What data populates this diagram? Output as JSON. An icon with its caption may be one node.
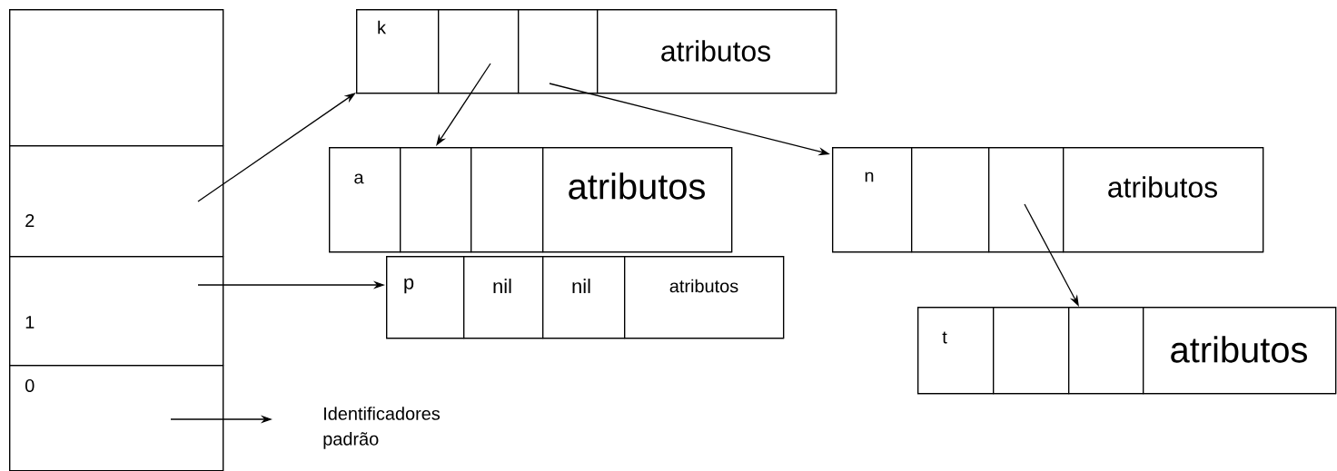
{
  "diagram": {
    "nodes": [
      {
        "text": [],
        "shape": "box"
      },
      {
        "text": [],
        "shape": "box",
        "in": 0
      },
      {
        "text": [
          "2"
        ],
        "in": 0
      },
      {
        "text": [
          "1"
        ],
        "in": 0
      },
      {
        "text": [
          "0"
        ],
        "in": 0
      },
      {
        "text": [],
        "shape": "box"
      },
      {
        "text": [
          "k"
        ],
        "in": 5
      },
      {
        "text": [],
        "shape": "box",
        "in": 5
      },
      {
        "text": [],
        "shape": "box",
        "in": 5
      },
      {
        "text": [
          "atributos"
        ],
        "in": 5
      },
      {
        "text": [],
        "shape": "box"
      },
      {
        "text": [
          "a"
        ],
        "in": 10
      },
      {
        "text": [],
        "shape": "box",
        "in": 10
      },
      {
        "text": [],
        "shape": "box",
        "in": 10
      },
      {
        "text": [
          "atributos"
        ],
        "in": 10
      },
      {
        "text": [],
        "shape": "box"
      },
      {
        "text": [
          "n"
        ],
        "in": 15
      },
      {
        "text": [],
        "shape": "box",
        "in": 15
      },
      {
        "text": [],
        "shape": "box",
        "in": 15
      },
      {
        "text": [
          "atributos"
        ],
        "in": 15
      },
      {
        "text": [],
        "shape": "box"
      },
      {
        "text": [
          "p"
        ],
        "in": 20
      },
      {
        "text": [
          "nil"
        ],
        "in": 20
      },
      {
        "text": [
          "nil"
        ],
        "in": 20
      },
      {
        "text": [
          "atributos"
        ],
        "in": 20
      },
      {
        "text": [],
        "shape": "box"
      },
      {
        "text": [
          "t"
        ],
        "in": 25
      },
      {
        "text": [],
        "shape": "box",
        "in": 25
      },
      {
        "text": [],
        "shape": "box",
        "in": 25
      },
      {
        "text": [
          "atributos"
        ],
        "in": 25
      },
      {
        "text": [
          "Identificadores padrão"
        ]
      }
    ],
    "edges": [
      {
        "from": 2,
        "to": 6,
        "arrow": "to"
      },
      {
        "from": 3,
        "to": 20,
        "arrow": "to"
      },
      {
        "from": 4,
        "to": 30,
        "arrow": "to"
      },
      {
        "from": 7,
        "to": 10,
        "arrow": "to"
      },
      {
        "from": 8,
        "to": 15,
        "arrow": "to"
      },
      {
        "from": 18,
        "to": 28,
        "arrow": "to"
      }
    ]
  }
}
